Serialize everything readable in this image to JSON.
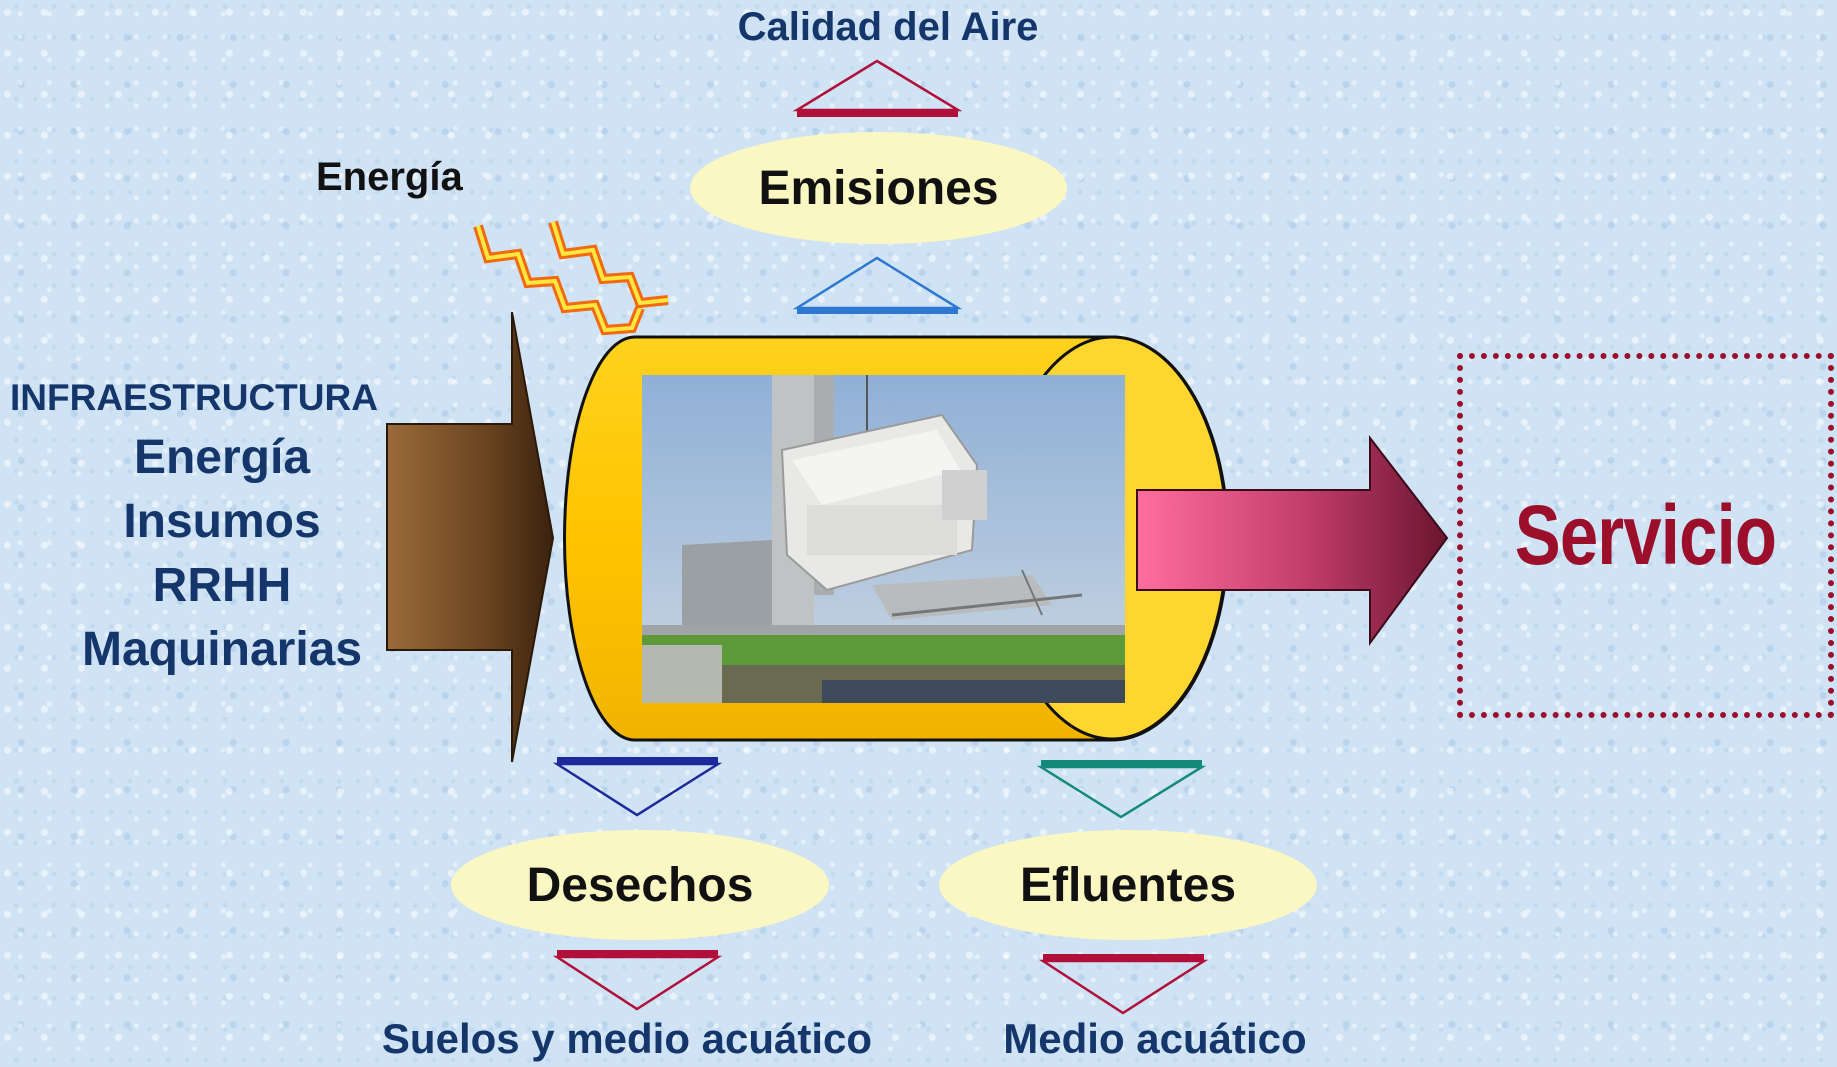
{
  "outputs": {
    "air_quality": "Calidad del Aire",
    "soils": "Suelos y medio acuático",
    "aquatic": "Medio acuático"
  },
  "energy_label": "Energía",
  "inputs": {
    "header": "INFRAESTRUCTURA",
    "items": [
      "Energía",
      "Insumos",
      "RRHH",
      "Maquinarias"
    ]
  },
  "impacts": {
    "emissions": "Emisiones",
    "waste": "Desechos",
    "effluents": "Efluentes"
  },
  "result": "Servicio",
  "colors": {
    "navy": "#14366b",
    "crimson": "#9c0f2b",
    "cylinder": "#ffc800",
    "ellipse": "#fbf7c2"
  }
}
